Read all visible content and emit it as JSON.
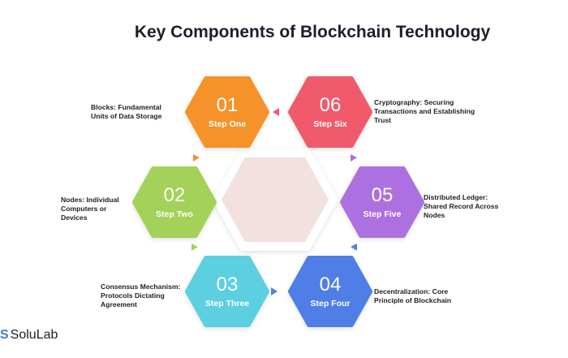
{
  "title": "Key Components of Blockchain Technology",
  "steps": [
    {
      "num": "01",
      "label": "Step One",
      "color": "#f5922a",
      "desc": "Blocks: Fundamental Units of Data Storage"
    },
    {
      "num": "02",
      "label": "Step Two",
      "color": "#a3d15a",
      "desc": "Nodes: Individual Computers or Devices"
    },
    {
      "num": "03",
      "label": "Step Three",
      "color": "#5ccfe0",
      "desc": "Consensus Mechanism: Protocols Dictating Agreement"
    },
    {
      "num": "04",
      "label": "Step Four",
      "color": "#4f7fe6",
      "desc": "Decentralization: Core Principle of Blockchain"
    },
    {
      "num": "05",
      "label": "Step Five",
      "color": "#ad6fe0",
      "desc": "Distributed Ledger: Shared Record Across Nodes"
    },
    {
      "num": "06",
      "label": "Step Six",
      "color": "#f05a6b",
      "desc": "Cryptography: Securing Transactions and Establishing Trust"
    }
  ],
  "center_color": "#f2e1df",
  "logo": {
    "text": "SoluLab",
    "mark": "S"
  }
}
